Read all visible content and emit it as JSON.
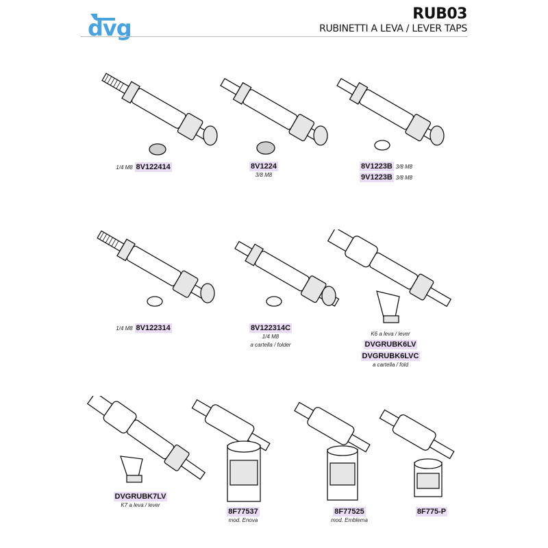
{
  "header": {
    "brand": "dvg",
    "code": "RUB03",
    "subtitle": "RUBINETTI A LEVA / LEVER TAPS",
    "brand_color": "#4aa3df",
    "highlight_color": "#eadcf4"
  },
  "products": [
    {
      "code": "8V122414",
      "pre": "1/4 M8"
    },
    {
      "code": "8V1224",
      "under": "3/8 M8"
    },
    {
      "code": "8V1223B",
      "post": "3/8 M8",
      "code2": "9V1223B",
      "post2": "3/8 M8"
    },
    {
      "code": "8V122314",
      "pre": "1/4 M8"
    },
    {
      "code": "8V122314C",
      "under": "1/4 M8",
      "under2": "a cartella / folder"
    },
    {
      "above": "K6 a leva / lever",
      "code": "DVGRUBK6LV",
      "code2": "DVGRUBK6LVC",
      "under": "a cartella / fold"
    },
    {
      "code": "DVGRUBK7LV",
      "under": "K7 a leva / lever"
    },
    {
      "code": "8F77537",
      "under": "mod. Enova"
    },
    {
      "code": "8F77525",
      "under": "mod. Emblema"
    },
    {
      "code": "8F775-P"
    }
  ]
}
